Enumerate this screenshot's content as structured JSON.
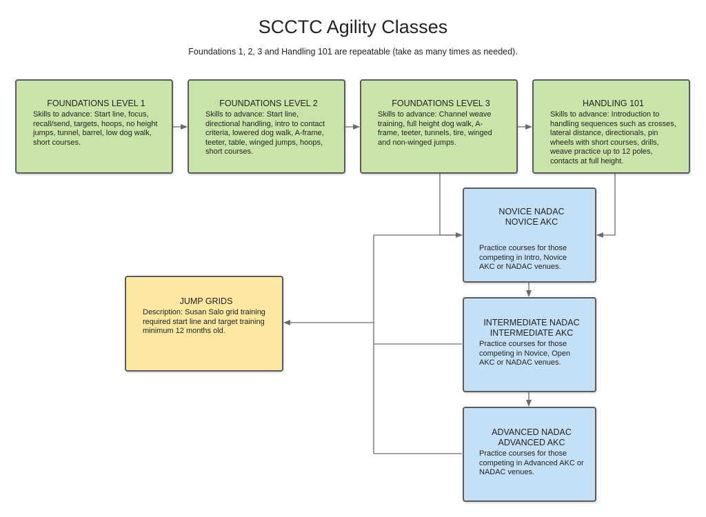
{
  "title": "SCCTC Agility Classes",
  "subtitle": "Foundations 1, 2, 3 and Handling 101 are repeatable (take as many times as needed).",
  "colors": {
    "foundation_fill": "#c9e4a8",
    "competition_fill": "#c4e0f6",
    "jump_grids_fill": "#fde8a2",
    "border": "#5a5a5a",
    "connector": "#6b6b6b"
  },
  "nodes": {
    "foundations1": {
      "title": "FOUNDATIONS LEVEL 1",
      "desc": "Skills to advance: Start line, focus, recall/send, targets, hoops, no height jumps, tunnel, barrel, low dog walk, short courses."
    },
    "foundations2": {
      "title": "FOUNDATIONS LEVEL 2",
      "desc": "Skills to advance: Start line, directional handling, intro to contact criteria, lowered dog walk, A-frame, teeter, table, winged jumps, hoops, short courses."
    },
    "foundations3": {
      "title": "FOUNDATIONS LEVEL 3",
      "desc": "Skills to advance: Channel weave training, full height dog walk, A-frame, teeter, tunnels, tire, winged and non-winged jumps."
    },
    "handling101": {
      "title": "HANDLING 101",
      "desc": "Skills to advance: Introduction to handling sequences such as crosses, lateral distance, directionals, pin wheels with short courses, drills, weave practice up to 12 poles, contacts at full height."
    },
    "novice": {
      "title_line1": "NOVICE NADAC",
      "title_line2": "NOVICE AKC",
      "desc": "Practice courses for those competing in Intro, Novice AKC or NADAC venues."
    },
    "intermediate": {
      "title_line1": "INTERMEDIATE NADAC",
      "title_line2": "INTERMEDIATE AKC",
      "desc": "Practice courses for those competing in Novice, Open AKC or NADAC venues."
    },
    "advanced": {
      "title_line1": "ADVANCED NADAC",
      "title_line2": "ADVANCED AKC",
      "desc": "Practice courses for those competing in Advanced AKC or NADAC venues."
    },
    "jumpgrids": {
      "title": "JUMP GRIDS",
      "desc": "Description: Susan Salo grid training required start line and target training minimum 12 months old."
    }
  }
}
